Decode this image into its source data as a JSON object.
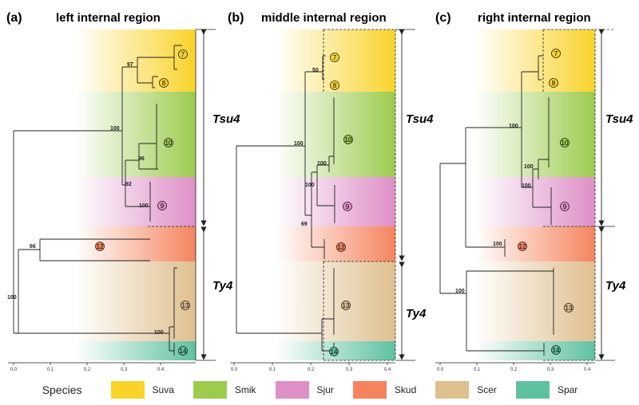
{
  "panels": [
    {
      "letter": "(a)",
      "title": "left internal region",
      "ticks": [
        "0.0",
        "0.1",
        "0.2",
        "0.3",
        "0.4"
      ],
      "supports": [
        "97",
        "100",
        "96",
        "92",
        "100",
        "66",
        "100",
        "100"
      ],
      "clades": [
        "7",
        "8",
        "10",
        "9",
        "12",
        "13",
        "14"
      ],
      "groups": [
        "Tsu4",
        "Ty4"
      ]
    },
    {
      "letter": "(b)",
      "title": "middle internal region",
      "ticks": [
        "0.0",
        "0.1",
        "0.2",
        "0.3",
        "0.4"
      ],
      "supports": [
        "50",
        "100",
        "100",
        "100",
        "69"
      ],
      "clades": [
        "7",
        "8",
        "10",
        "9",
        "12",
        "13",
        "14"
      ],
      "groups": [
        "Tsu4",
        "Ty4"
      ]
    },
    {
      "letter": "(c)",
      "title": "right internal region",
      "ticks": [
        "0.0",
        "0.1",
        "0.2",
        "0.3",
        "0.4"
      ],
      "supports": [
        "100",
        "100",
        "100",
        "100",
        "100"
      ],
      "clades": [
        "7",
        "8",
        "10",
        "9",
        "12",
        "13",
        "14"
      ],
      "groups": [
        "Tsu4",
        "Ty4"
      ]
    }
  ],
  "legend": {
    "title": "Species",
    "items": [
      {
        "label": "Suva",
        "color": "#f9d32a"
      },
      {
        "label": "Smik",
        "color": "#9ccb4e"
      },
      {
        "label": "Sjur",
        "color": "#de8fc6"
      },
      {
        "label": "Skud",
        "color": "#f5845e"
      },
      {
        "label": "Scer",
        "color": "#dfbf8e"
      },
      {
        "label": "Spar",
        "color": "#5fc1a0"
      }
    ]
  }
}
